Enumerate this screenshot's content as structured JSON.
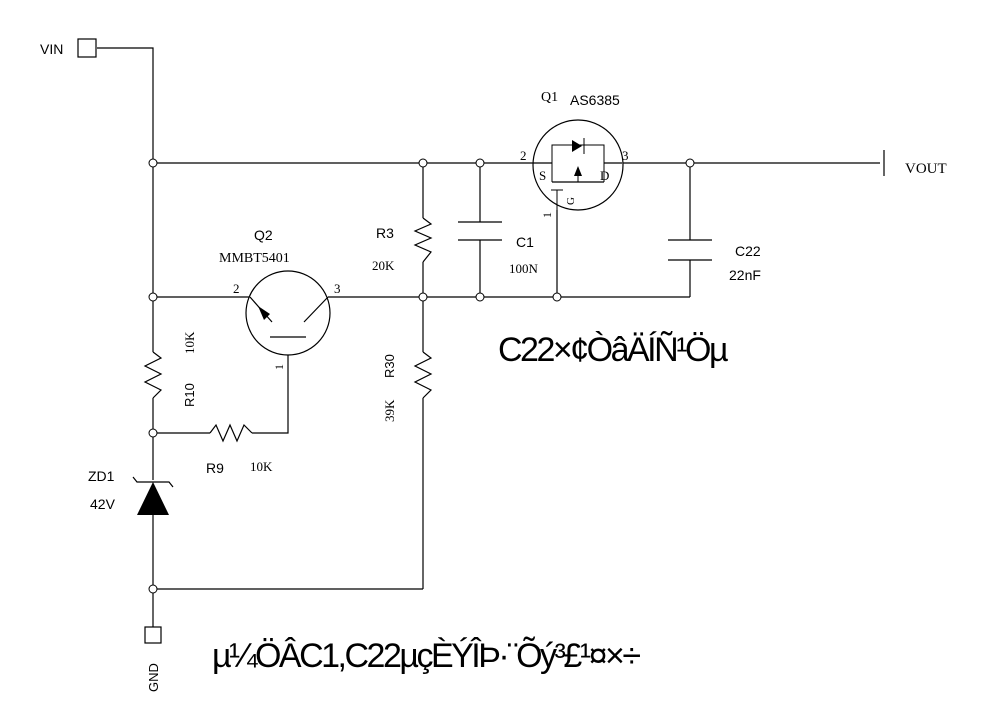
{
  "ports": {
    "vin": "VIN",
    "vout": "VOUT",
    "gnd": "GND"
  },
  "components": {
    "q1": {
      "ref": "Q1",
      "part": "AS6385",
      "pin_gate": "1",
      "pin_source": "2",
      "pin_drain": "3",
      "s": "S",
      "d": "D",
      "g": "G"
    },
    "q2": {
      "ref": "Q2",
      "part": "MMBT5401",
      "pin_base": "1",
      "pin_emitter": "2",
      "pin_collector": "3"
    },
    "r3": {
      "ref": "R3",
      "value": "20K"
    },
    "r30": {
      "ref": "R30",
      "value": "39K"
    },
    "r10": {
      "ref": "R10",
      "value": "10K"
    },
    "r9": {
      "ref": "R9",
      "value": "10K"
    },
    "c1": {
      "ref": "C1",
      "value": "100N"
    },
    "c22": {
      "ref": "C22",
      "value": "22nF"
    },
    "zd1": {
      "ref": "ZD1",
      "value": "42V"
    }
  },
  "annotations": {
    "note1": "C22×¢ÒâÄÍÑ¹Öµ",
    "note2": "µ¼ÖÂC1,C22µçÈÝÎÞ·¨Õý³£¹¤×÷"
  }
}
